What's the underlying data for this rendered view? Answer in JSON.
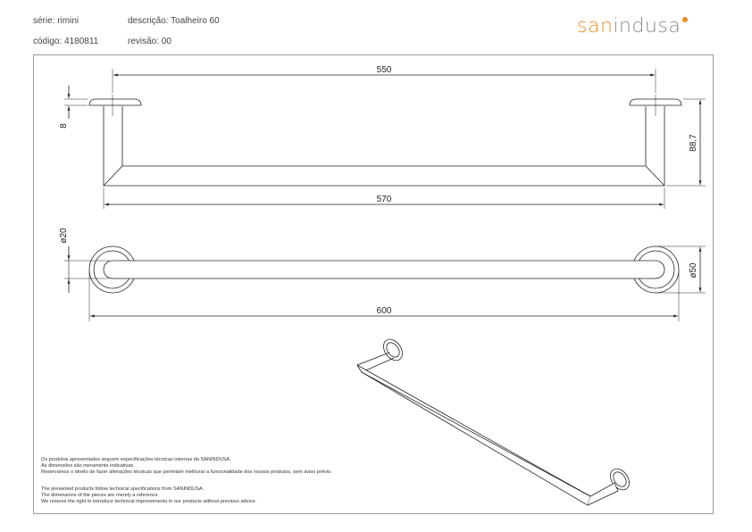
{
  "header": {
    "serie": "série: rimini",
    "descricao": "descrição: Toalheiro 60",
    "codigo": "código: 4180811",
    "revisao": "revisão: 00"
  },
  "logo": {
    "part1": "san",
    "part2": "indusa"
  },
  "dimensions": {
    "top_width": "550",
    "bottom_width": "570",
    "flange_thickness": "8",
    "height": "88,7",
    "bar_diameter": "ø20",
    "base_diameter": "ø50",
    "overall_width": "600"
  },
  "notes_pt": [
    "Os produtos apresentados seguem especificações técnicas internas da SANINDUSA.",
    "As dimensões são meramente indicativas.",
    "Reservamos o direito de fazer alterações técnicas que permitam melhorar a funcionalidade dos nossos produtos, sem aviso prévio."
  ],
  "notes_en": [
    "The presented products follow technical specifications from SANINDUSA.",
    "The dimensions of the pieces are merely a reference.",
    "We reserve the right to introduce technical improvements in our products without previous advice."
  ],
  "colors": {
    "accent": "#f08a1c",
    "logo_grey": "#8a8a8a",
    "line": "#222222"
  }
}
